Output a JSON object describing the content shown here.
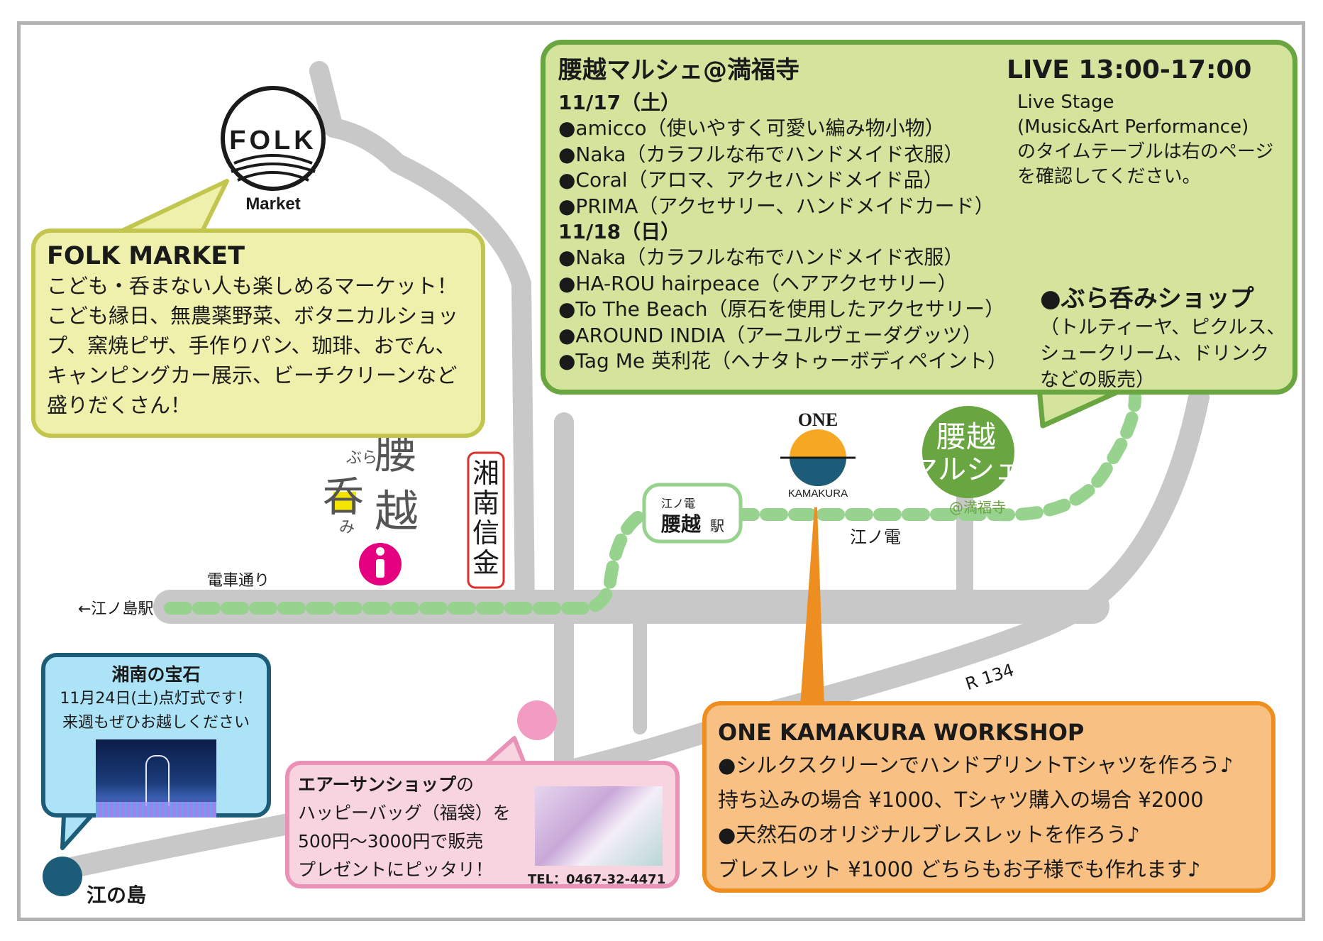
{
  "colors": {
    "road": "#c8c8c8",
    "enoden": "#97d28f",
    "manpuku_bg": "#d5e49d",
    "manpuku_border": "#69a541",
    "folk_bg": "#f0f0ad",
    "folk_border": "#c2c64f",
    "shonan_bg": "#ade3f6",
    "shonan_border": "#1d5c78",
    "airsun_bg": "#f8d3e0",
    "airsun_border": "#ea91b8",
    "onews_bg": "#f8c183",
    "onews_border": "#ef8e20",
    "info_pink": "#e4007f"
  },
  "manpuku": {
    "title": "腰越マルシェ@満福寺",
    "live_title": "LIVE 13:00-17:00",
    "live_note": [
      "Live Stage",
      "(Music&Art Performance)",
      "のタイムテーブルは右のページ",
      "を確認してください。"
    ],
    "day1": "11/17（土）",
    "day1_items": [
      "●amicco（使いやすく可愛い編み物小物）",
      "●Naka（カラフルな布でハンドメイド衣服）",
      "●Coral（アロマ、アクセハンドメイド品）",
      "●PRIMA（アクセサリー、ハンドメイドカード）"
    ],
    "day2": "11/18（日）",
    "day2_items": [
      "●Naka（カラフルな布でハンドメイド衣服）",
      "●HA-ROU hairpeace（ヘアアクセサリー）",
      "●To The Beach（原石を使用したアクセサリー）",
      "●AROUND INDIA（アーユルヴェーダグッツ）",
      "●Tag Me 英利花（ヘナタトゥーボディペイント）"
    ],
    "shop_title": "●ぶら呑みショップ",
    "shop_lines": [
      "（トルティーヤ、ピクルス、",
      "シュークリーム、ドリンク",
      "などの販売）"
    ]
  },
  "folk": {
    "logo_top": "FOLK",
    "logo_bottom": "Market",
    "title": "FOLK MARKET",
    "lines": [
      "こども・呑まない人も楽しめるマーケット！",
      "こども縁日、無農薬野菜、ボタニカルショッ",
      "プ、窯焼ピザ、手作りパン、珈琲、おでん、",
      "キャンピングカー展示、ビーチクリーンなど",
      "盛りだくさん！"
    ]
  },
  "shonan": {
    "title": "湘南の宝石",
    "lines": [
      "11月24日(土)点灯式です！",
      "来週もぜひお越しください"
    ]
  },
  "airsun": {
    "title": "エアーサンショップ",
    "title_suffix": "の",
    "lines": [
      "ハッピーバッグ（福袋）を",
      "500円〜3000円で販売",
      "プレゼントにピッタリ！"
    ],
    "tel": "TEL：0467-32-4471"
  },
  "onews": {
    "title": "ONE KAMAKURA WORKSHOP",
    "lines": [
      "●シルクスクリーンでハンドプリントTシャツを作ろう♪",
      "持ち込みの場合 ¥1000、Tシャツ購入の場合 ¥2000",
      "●天然石のオリジナルブレスレットを作ろう♪",
      "ブレスレット ¥1000 どちらもお子様でも作れます♪"
    ]
  },
  "map": {
    "densha_dori": "電車通り",
    "enoshima_st": "←江ノ島駅",
    "enoden": "江ノ電",
    "r134": "R 134",
    "enoshima": "江の島",
    "station_line": "江ノ電",
    "station_name": "腰越",
    "station_suffix": "駅",
    "shinkin": "湘南信金",
    "burano_small1": "ぶら",
    "burano_big1": "腰",
    "burano_big2": "呑",
    "burano_big3": "越",
    "burano_small2": "み",
    "one_top": "ONE",
    "one_bottom": "KAMAKURA",
    "marche_logo1": "腰越",
    "marche_logo2": "マルシェ",
    "marche_logo3": "@満福寺"
  }
}
